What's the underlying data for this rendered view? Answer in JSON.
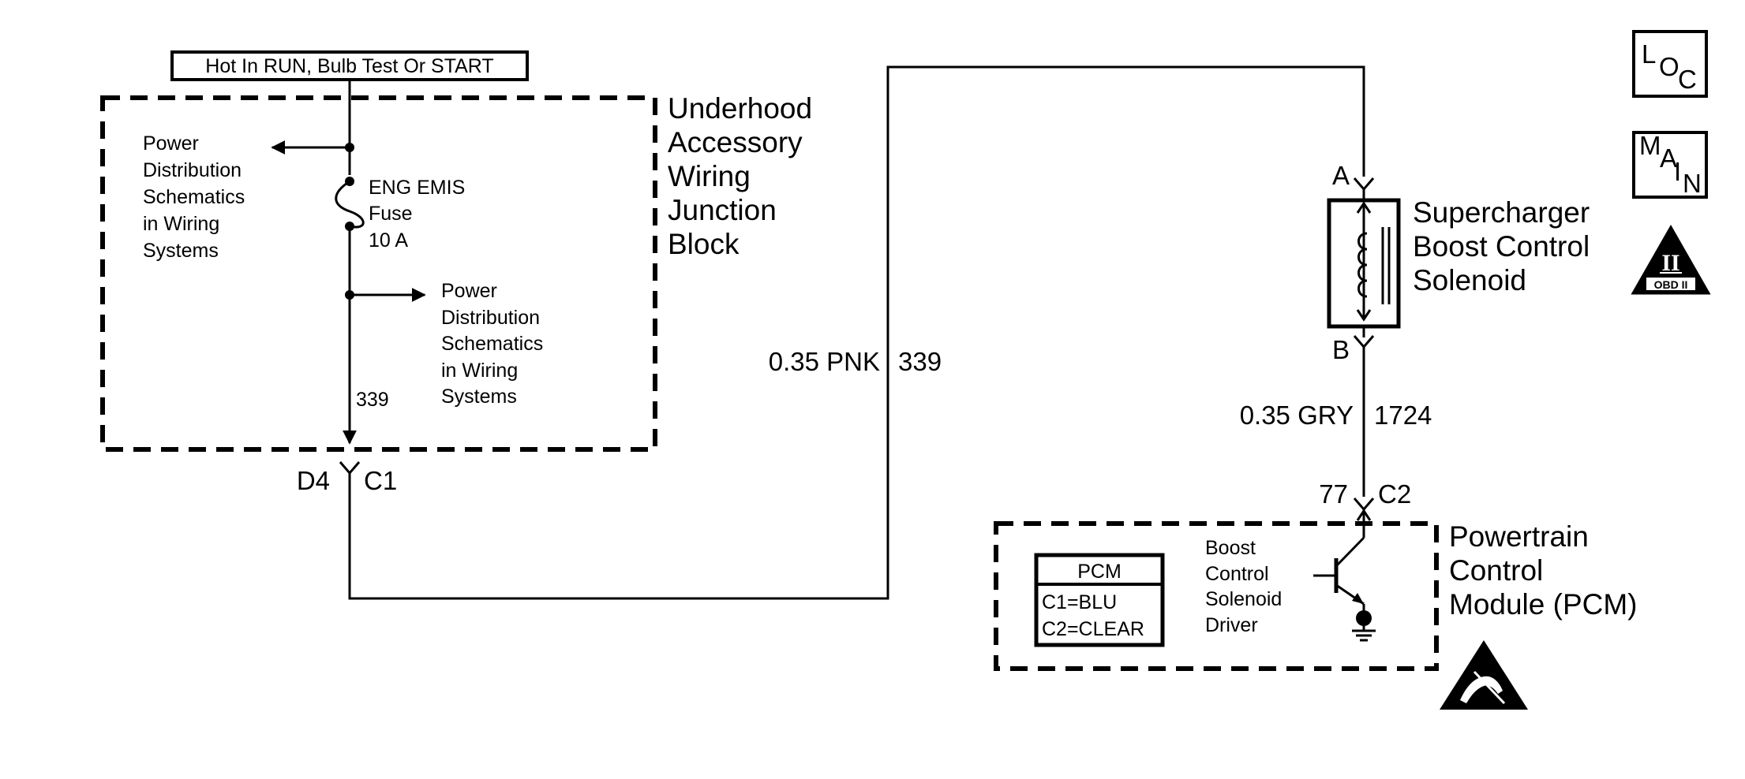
{
  "header_box": "Hot In RUN, Bulb Test Or START",
  "junction_block": {
    "name_lines": [
      "Underhood",
      "Accessory",
      "Wiring",
      "Junction",
      "Block"
    ],
    "ref_left_lines": [
      "Power",
      "Distribution",
      "Schematics",
      "in Wiring",
      "Systems"
    ],
    "ref_right_lines": [
      "Power",
      "Distribution",
      "Schematics",
      "in Wiring",
      "Systems"
    ],
    "fuse_lines": [
      "ENG EMIS",
      "Fuse",
      "10 A"
    ],
    "circuit": "339",
    "connector_pin": "D4",
    "connector_id": "C1"
  },
  "wire_pnk": {
    "gauge_color": "0.35 PNK",
    "circuit": "339"
  },
  "solenoid": {
    "name_lines": [
      "Supercharger",
      "Boost Control",
      "Solenoid"
    ],
    "pin_top": "A",
    "pin_bottom": "B"
  },
  "wire_gry": {
    "gauge_color": "0.35 GRY",
    "circuit": "1724"
  },
  "pcm": {
    "name_lines": [
      "Powertrain",
      "Control",
      "Module (PCM)"
    ],
    "connector_pin": "77",
    "connector_id": "C2",
    "driver_lines": [
      "Boost",
      "Control",
      "Solenoid",
      "Driver"
    ],
    "legend_title": "PCM",
    "legend_lines": [
      "C1=BLU",
      "C2=CLEAR"
    ]
  },
  "symbols": {
    "loc": {
      "letters": [
        "L",
        "O",
        "C"
      ]
    },
    "main": {
      "letters": [
        "M",
        "A",
        "I",
        "N"
      ]
    },
    "obd": {
      "numeral": "II",
      "label": "OBD II"
    },
    "esd_icon": "esd-warning-icon"
  }
}
